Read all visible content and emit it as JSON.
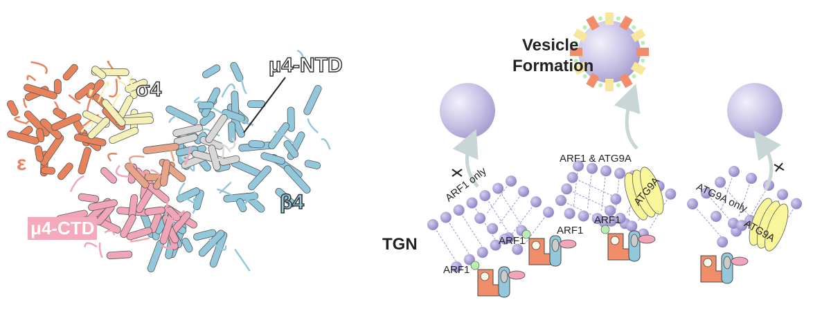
{
  "structure": {
    "labels": {
      "sigma4": "σ4",
      "mu4_ntd": "μ4-NTD",
      "epsilon": "ε",
      "beta4": "β4",
      "mu4_ctd": "μ4-CTD"
    },
    "colors": {
      "epsilon": "#e8825a",
      "sigma4": "#f5f0b8",
      "mu4_ntd": "#d8d8d8",
      "mu4_ctd": "#f0a6b8",
      "beta4": "#93c8dc"
    }
  },
  "model": {
    "title_line1": "Vesicle",
    "title_line2": "Formation",
    "tgn": "TGN",
    "panels": [
      {
        "condition": "ARF1 only",
        "arf_labels": [
          "ARF1",
          "ARF1"
        ],
        "vesicle": "blocked"
      },
      {
        "condition": "ARF1 & ATG9A",
        "arf_labels": [
          "ARF1",
          "ARF1"
        ],
        "protein": "ATG9A",
        "vesicle": "formed"
      },
      {
        "condition": "ATG9A only",
        "protein": "ATG9A",
        "vesicle": "blocked"
      }
    ],
    "colors": {
      "lipid": "#9b93cc",
      "vesicle": "#c9c3e6",
      "arf1": "#b8eeb0",
      "atg9a": "#f8f59a"
    }
  }
}
